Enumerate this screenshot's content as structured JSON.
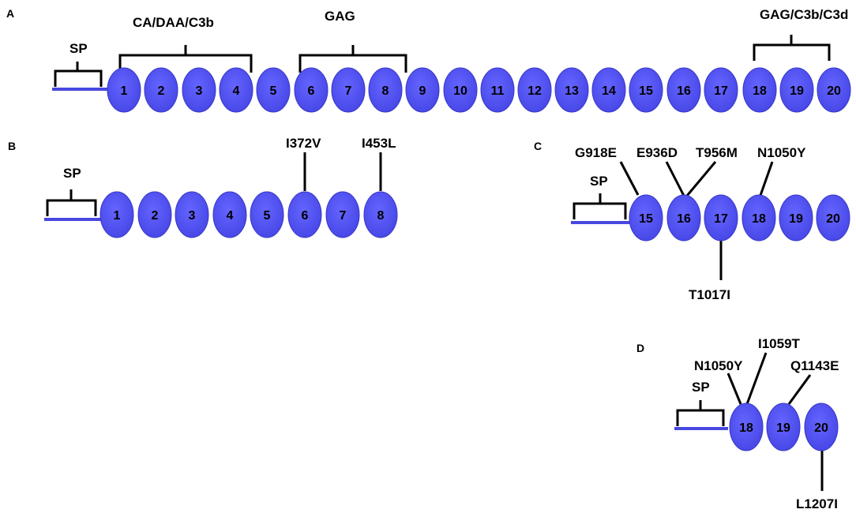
{
  "colors": {
    "domain_fill": "#4f4ff0",
    "domain_stroke": "#3838c8",
    "signal_peptide_line": "#4848e0",
    "ink": "#000000"
  },
  "panels": {
    "A": {
      "letter": "A",
      "sp_label": "SP",
      "domains": [
        "1",
        "2",
        "3",
        "4",
        "5",
        "6",
        "7",
        "8",
        "9",
        "10",
        "11",
        "12",
        "13",
        "14",
        "15",
        "16",
        "17",
        "18",
        "19",
        "20"
      ],
      "regions": [
        {
          "label": "CA/DAA/C3b",
          "from": "1",
          "to": "4"
        },
        {
          "label": "GAG",
          "from": "6",
          "to": "8"
        },
        {
          "label": "GAG/C3b/C3d",
          "from": "18",
          "to": "20"
        }
      ]
    },
    "B": {
      "letter": "B",
      "sp_label": "SP",
      "domains": [
        "1",
        "2",
        "3",
        "4",
        "5",
        "6",
        "7",
        "8"
      ],
      "mutations": [
        {
          "label": "I372V",
          "domain": "6"
        },
        {
          "label": "I453L",
          "domain": "8"
        }
      ]
    },
    "C": {
      "letter": "C",
      "sp_label": "SP",
      "domains": [
        "15",
        "16",
        "17",
        "18",
        "19",
        "20"
      ],
      "mutations": [
        {
          "label": "G918E",
          "domain": "15"
        },
        {
          "label": "E936D",
          "domain": "16"
        },
        {
          "label": "T956M",
          "domain": "16"
        },
        {
          "label": "N1050Y",
          "domain": "18"
        },
        {
          "label": "T1017I",
          "domain": "17"
        }
      ]
    },
    "D": {
      "letter": "D",
      "sp_label": "SP",
      "domains": [
        "18",
        "19",
        "20"
      ],
      "mutations": [
        {
          "label": "N1050Y",
          "domain": "18"
        },
        {
          "label": "I1059T",
          "domain": "18"
        },
        {
          "label": "Q1143E",
          "domain": "19"
        },
        {
          "label": "L1207I",
          "domain": "20"
        }
      ]
    }
  }
}
